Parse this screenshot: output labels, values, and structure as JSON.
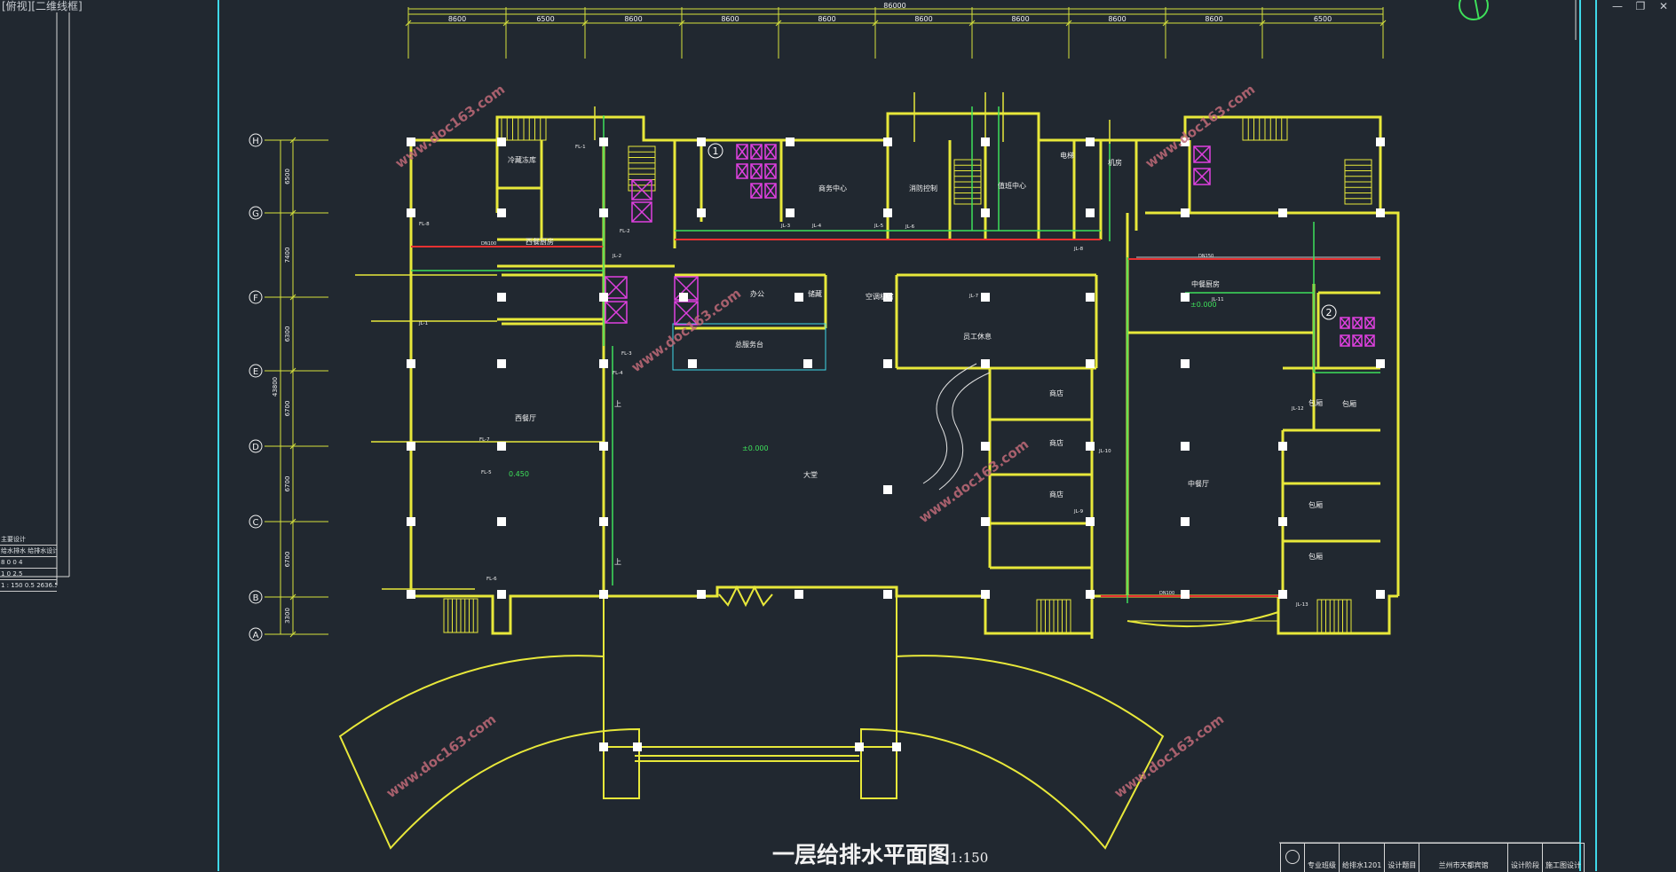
{
  "window": {
    "view_label": "[俯视][二维线框]",
    "controls": [
      "minimize-icon",
      "restore-icon",
      "close-icon"
    ]
  },
  "drawing": {
    "title": "一层给排水平面图",
    "scale": "1:150",
    "overall_dimension": "86000",
    "column_dimensions": [
      "8600",
      "6500",
      "8600",
      "8600",
      "8600",
      "8600",
      "8600",
      "8600",
      "8600",
      "6500"
    ],
    "axis_letters": [
      "H",
      "G",
      "F",
      "E",
      "D",
      "C",
      "B",
      "A"
    ],
    "row_dimensions": [
      "6500",
      "7400",
      "6300",
      "6700",
      "6700",
      "6700",
      "3300"
    ],
    "total_height_dimension": "43800",
    "watermark": "www.doc163.com",
    "rooms": {
      "hall": "大堂",
      "reception": "总服务台",
      "west_dining": "西餐厅",
      "west_kitchen": "西餐厨房",
      "cold_room": "冷藏冻库",
      "business_center": "商务中心",
      "fire_control": "消防控制",
      "duty_center": "值班中心",
      "office": "办公",
      "storage": "储藏",
      "air_room": "空调机房",
      "staff_lounge": "员工休息",
      "shops": [
        "商店",
        "商店",
        "商店"
      ],
      "chinese_kitchen": "中餐厨房",
      "chinese_dining": "中餐厅",
      "private_rooms": [
        "包厢",
        "包厢",
        "包厢",
        "包厢"
      ],
      "machine_room": "机房",
      "electric_room": "电梯",
      "up_arrows": [
        "上",
        "上"
      ]
    },
    "elevations": [
      "±0.000",
      "±0.000",
      "0.450"
    ],
    "pipe_tags": [
      "FL-1",
      "FL-2",
      "FL-3",
      "FL-4",
      "FL-5",
      "FL-6",
      "FL-7",
      "FL-8",
      "JL-1",
      "JL-2",
      "JL-3",
      "JL-4",
      "JL-5",
      "JL-6",
      "JL-7",
      "JL-8",
      "JL-9",
      "JL-10",
      "JL-11",
      "JL-12",
      "JL-13"
    ],
    "pipe_sizes": [
      "DN100",
      "DN150",
      "DN100"
    ],
    "toilet_markers": [
      "1",
      "2"
    ]
  },
  "legend_table": {
    "rows": [
      "主要设计",
      "给水排水  给排水设计",
      "8   0   0  4",
      "1   0  2.5",
      "1 : 150  0.5  2636.5"
    ]
  },
  "title_block": {
    "cells": [
      "专业班级",
      "给排水1201",
      "设计题目",
      "兰州市天都宾馆",
      "设计阶段",
      "施工图设计"
    ]
  },
  "colors": {
    "background": "#212830",
    "wall": "#e8e83a",
    "dimension": "#d6e23c",
    "frame": "#3fd8e8",
    "water_supply": "#3ee05a",
    "drain": "#e83232",
    "fixture": "#e040e0",
    "watermark": "#c06a78",
    "column": "#ffffff"
  }
}
